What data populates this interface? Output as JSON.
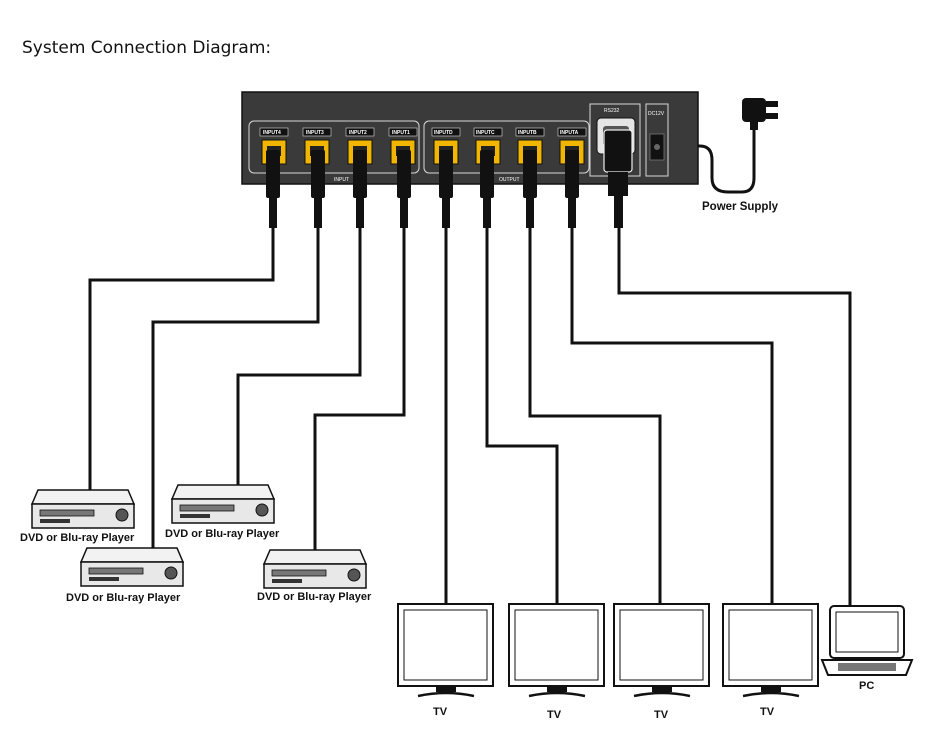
{
  "title": "System Connection Diagram:",
  "switch": {
    "input_ports": [
      "INPUT4",
      "INPUT3",
      "INPUT2",
      "INPUT1"
    ],
    "output_ports": [
      "INPUTD",
      "INPUTC",
      "INPUTB",
      "INPUTA"
    ],
    "input_group_label": "INPUT",
    "output_group_label": "OUTPUT",
    "rs232_label": "RS232",
    "dc_label": "DC12V"
  },
  "power_supply_label": "Power Supply",
  "players": [
    {
      "label": "DVD or Blu-ray Player"
    },
    {
      "label": "DVD or Blu-ray Player"
    },
    {
      "label": "DVD or Blu-ray Player"
    },
    {
      "label": "DVD or Blu-ray Player"
    }
  ],
  "tvs": [
    {
      "label": "TV"
    },
    {
      "label": "TV"
    },
    {
      "label": "TV"
    },
    {
      "label": "TV"
    }
  ],
  "pc_label": "PC",
  "colors": {
    "switch_body": "#3a3a3a",
    "port_yellow": "#f2b600",
    "wire": "#111111"
  }
}
